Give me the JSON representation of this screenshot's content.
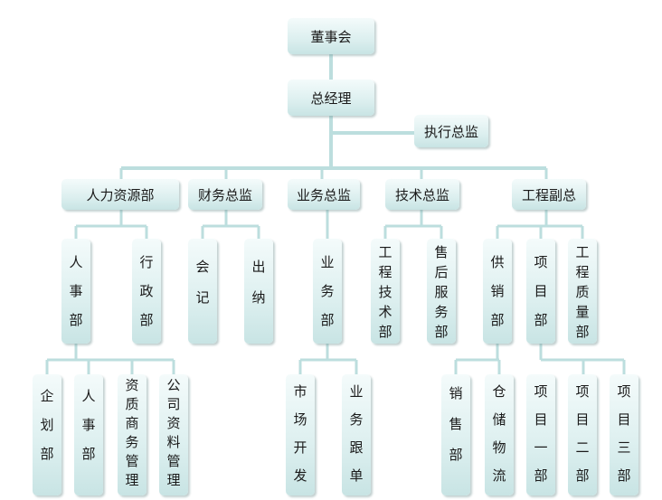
{
  "nodes": {
    "board": "董事会",
    "gm": "总经理",
    "exec_director": "执行总监",
    "hr": "人力资源部",
    "finance": "财务总监",
    "business": "业务总监",
    "tech": "技术总监",
    "eng_vp": "工程副总",
    "hr_personnel": "人事部",
    "hr_admin": "行政部",
    "fin_accounting": "会记",
    "fin_cashier": "出纳",
    "biz_dept": "业务部",
    "tech_eng": "工程技术部",
    "tech_service": "售后服务部",
    "eng_supply": "供销部",
    "eng_project": "项目部",
    "eng_quality": "工程质量部",
    "l3_planning": "企划部",
    "l3_personnel": "人事部",
    "l3_qualification": "资质商务管理",
    "l3_company_docs": "公司资料管理",
    "l3_market": "市场开发",
    "l3_followup": "业务跟单",
    "l3_sales": "销售部",
    "l3_warehouse": "仓储物流",
    "l3_proj1": "项目一部",
    "l3_proj2": "项目二部",
    "l3_proj3": "项目三部"
  }
}
